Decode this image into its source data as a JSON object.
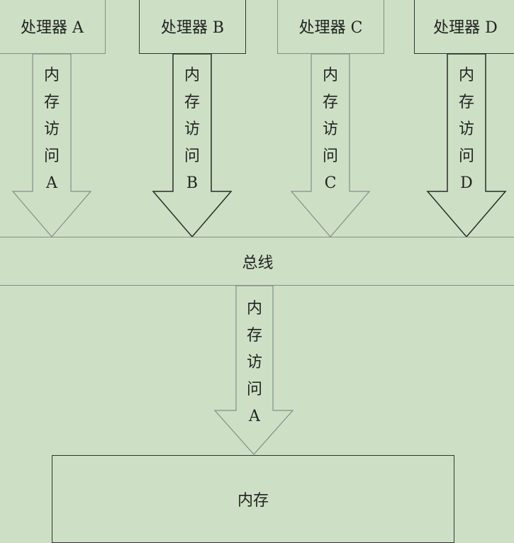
{
  "processors": [
    {
      "label": "处理器 A",
      "access": [
        "内",
        "存",
        "访",
        "问",
        "A"
      ],
      "dark": false
    },
    {
      "label": "处理器 B",
      "access": [
        "内",
        "存",
        "访",
        "问",
        "B"
      ],
      "dark": true
    },
    {
      "label": "处理器 C",
      "access": [
        "内",
        "存",
        "访",
        "问",
        "C"
      ],
      "dark": false
    },
    {
      "label": "处理器 D",
      "access": [
        "内",
        "存",
        "访",
        "问",
        "D"
      ],
      "dark": true
    }
  ],
  "bus": {
    "label": "总线"
  },
  "bus_access": [
    "内",
    "存",
    "访",
    "问",
    "A"
  ],
  "memory": {
    "label": "内存"
  }
}
